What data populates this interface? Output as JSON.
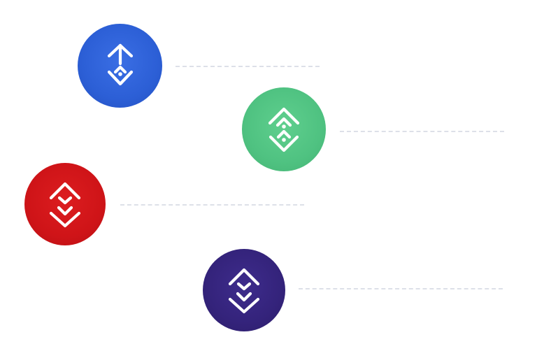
{
  "nodes": [
    {
      "id": "node-1",
      "color": "#2c5fd6",
      "icon": "arrow-up-diamond-icon"
    },
    {
      "id": "node-2",
      "color": "#4fc281",
      "icon": "double-diamond-up-icon"
    },
    {
      "id": "node-3",
      "color": "#cf1418",
      "icon": "diamond-double-chevron-down-icon"
    },
    {
      "id": "node-4",
      "color": "#34237b",
      "icon": "diamond-double-chevron-down-icon"
    }
  ],
  "connector_color": "#dde0e8"
}
